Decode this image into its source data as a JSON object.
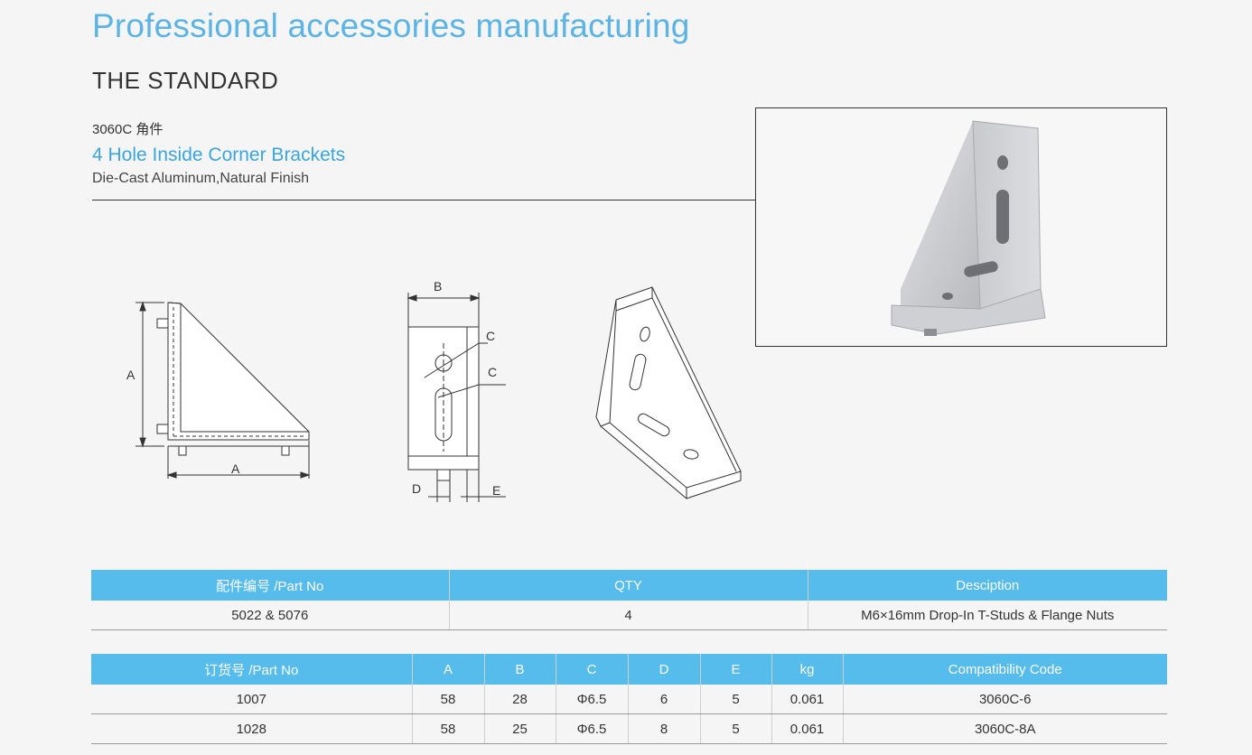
{
  "header": {
    "title": "Professional accessories manufacturing",
    "section": "THE STANDARD"
  },
  "product": {
    "code": "3060C 角件",
    "name": "4 Hole Inside Corner Brackets",
    "finish": "Die-Cast Aluminum,Natural Finish"
  },
  "drawing_labels": {
    "a": "A",
    "b": "B",
    "c": "C",
    "d": "D",
    "e": "E"
  },
  "accessories_table": {
    "headers": [
      "配件编号 /Part No",
      "QTY",
      "Desciption"
    ],
    "rows": [
      [
        "5022 & 5076",
        "4",
        "M6×16mm Drop-In T-Studs & Flange Nuts"
      ]
    ]
  },
  "order_table": {
    "headers": [
      "订货号 /Part No",
      "A",
      "B",
      "C",
      "D",
      "E",
      "kg",
      "Compatibility Code"
    ],
    "rows": [
      [
        "1007",
        "58",
        "28",
        "Φ6.5",
        "6",
        "5",
        "0.061",
        "3060C-6"
      ],
      [
        "1028",
        "58",
        "25",
        "Φ6.5",
        "8",
        "5",
        "0.061",
        "3060C-8A"
      ]
    ]
  },
  "colors": {
    "accent": "#5ab4e6",
    "header_bg": "#55bceb"
  }
}
